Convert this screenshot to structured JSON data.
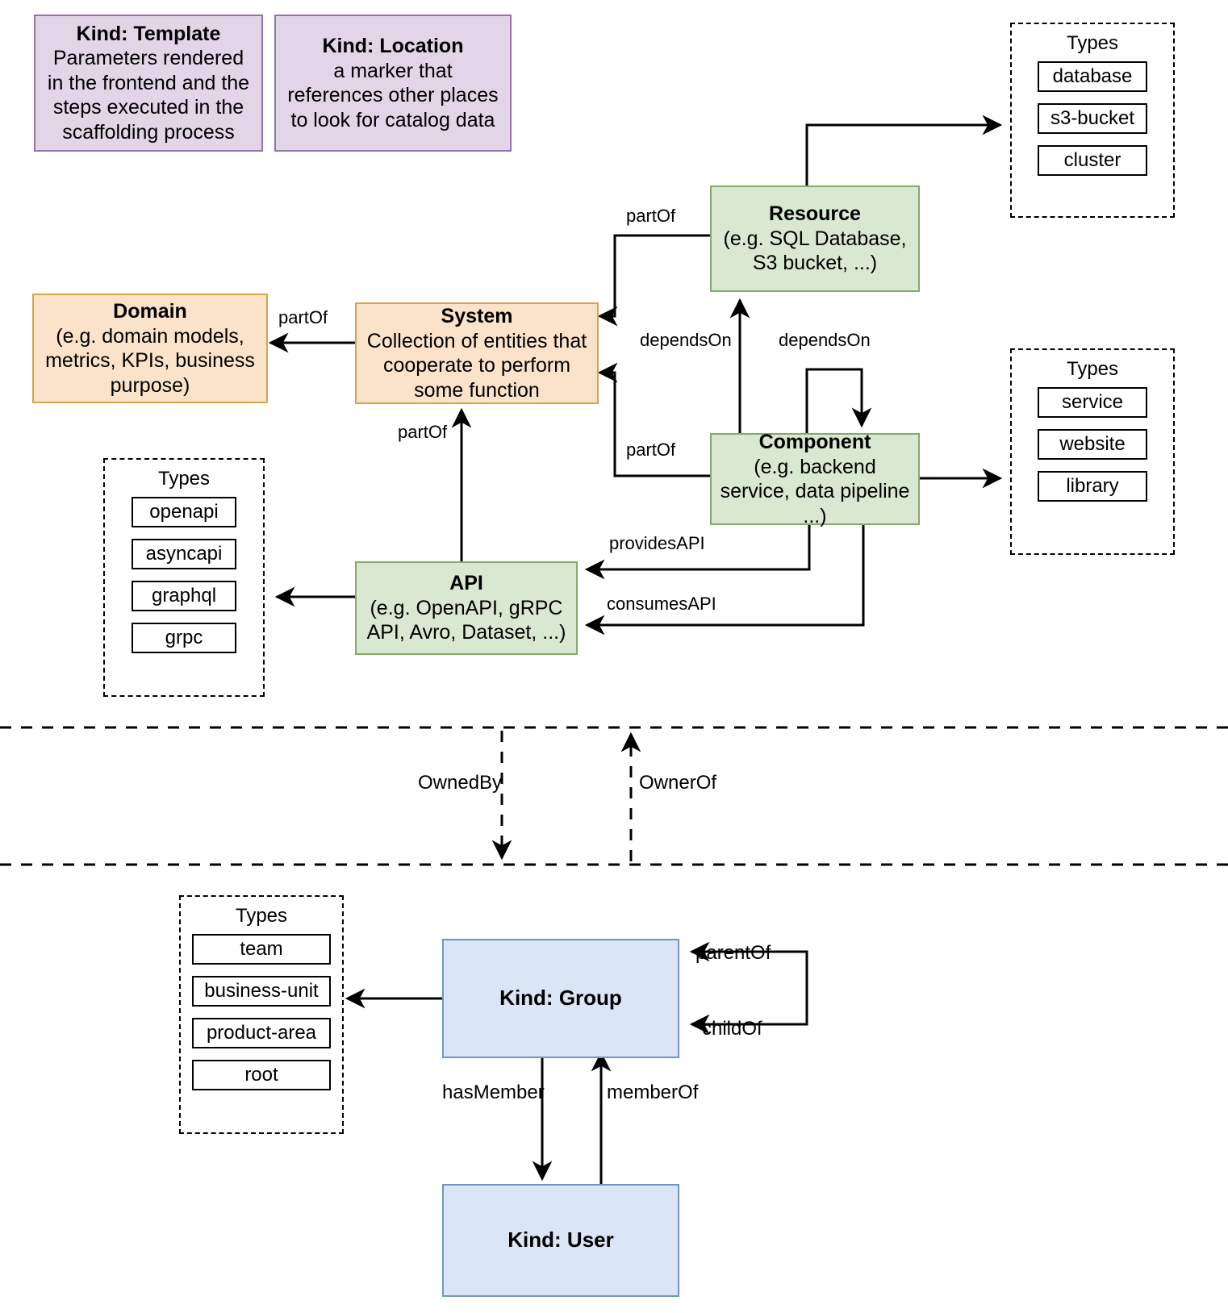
{
  "diagram": {
    "title": "Backstage catalog entity kinds and relations",
    "colors": {
      "purple_fill": "#e1d5e7",
      "purple_stroke": "#9673a6",
      "orange_fill": "#fae3c9",
      "orange_stroke": "#d6a44c",
      "green_fill": "#d9e8d0",
      "green_stroke": "#87a96b",
      "blue_fill": "#dae5f5",
      "blue_stroke": "#7394c4",
      "edge": "#000000"
    }
  },
  "nodes": {
    "template": {
      "title": "Kind: Template",
      "desc": "Parameters rendered in the frontend and the steps executed in  the scaffolding process"
    },
    "location": {
      "title": "Kind: Location",
      "desc": "a marker that references other places to look for catalog data"
    },
    "domain": {
      "title": "Domain",
      "desc": "(e.g.  domain models, metrics, KPIs, business purpose)"
    },
    "system": {
      "title": "System",
      "desc": "Collection of entities that cooperate to perform some function"
    },
    "resource": {
      "title": "Resource",
      "desc": "(e.g. SQL Database, S3 bucket, ...)"
    },
    "component": {
      "title": "Component",
      "desc": "(e.g. backend service, data pipeline ...)"
    },
    "api": {
      "title": "API",
      "desc": "(e.g. OpenAPI, gRPC API, Avro, Dataset, ...)"
    },
    "group": {
      "title": "Kind: Group",
      "desc": ""
    },
    "user": {
      "title": "Kind: User",
      "desc": ""
    }
  },
  "type_groups": {
    "resource_types": {
      "header": "Types",
      "items": [
        "database",
        "s3-bucket",
        "cluster"
      ]
    },
    "component_types": {
      "header": "Types",
      "items": [
        "service",
        "website",
        "library"
      ]
    },
    "api_types": {
      "header": "Types",
      "items": [
        "openapi",
        "asyncapi",
        "graphql",
        "grpc"
      ]
    },
    "group_types": {
      "header": "Types",
      "items": [
        "team",
        "business-unit",
        "product-area",
        "root"
      ]
    }
  },
  "edge_labels": {
    "system_partof_domain": "partOf",
    "resource_partof_system": "partOf",
    "component_partof_system": "partOf",
    "api_partof_system": "partOf",
    "component_dependson_resource": "dependsOn",
    "component_dependson_component": "dependsOn",
    "component_providesapi_api": "providesAPI",
    "component_consumesapi_api": "consumesAPI",
    "ownedby": "OwnedBy",
    "ownerof": "OwnerOf",
    "group_parentof": "parentOf",
    "group_childof": "childOf",
    "group_hasmember": "hasMember",
    "user_memberof": "memberOf"
  }
}
